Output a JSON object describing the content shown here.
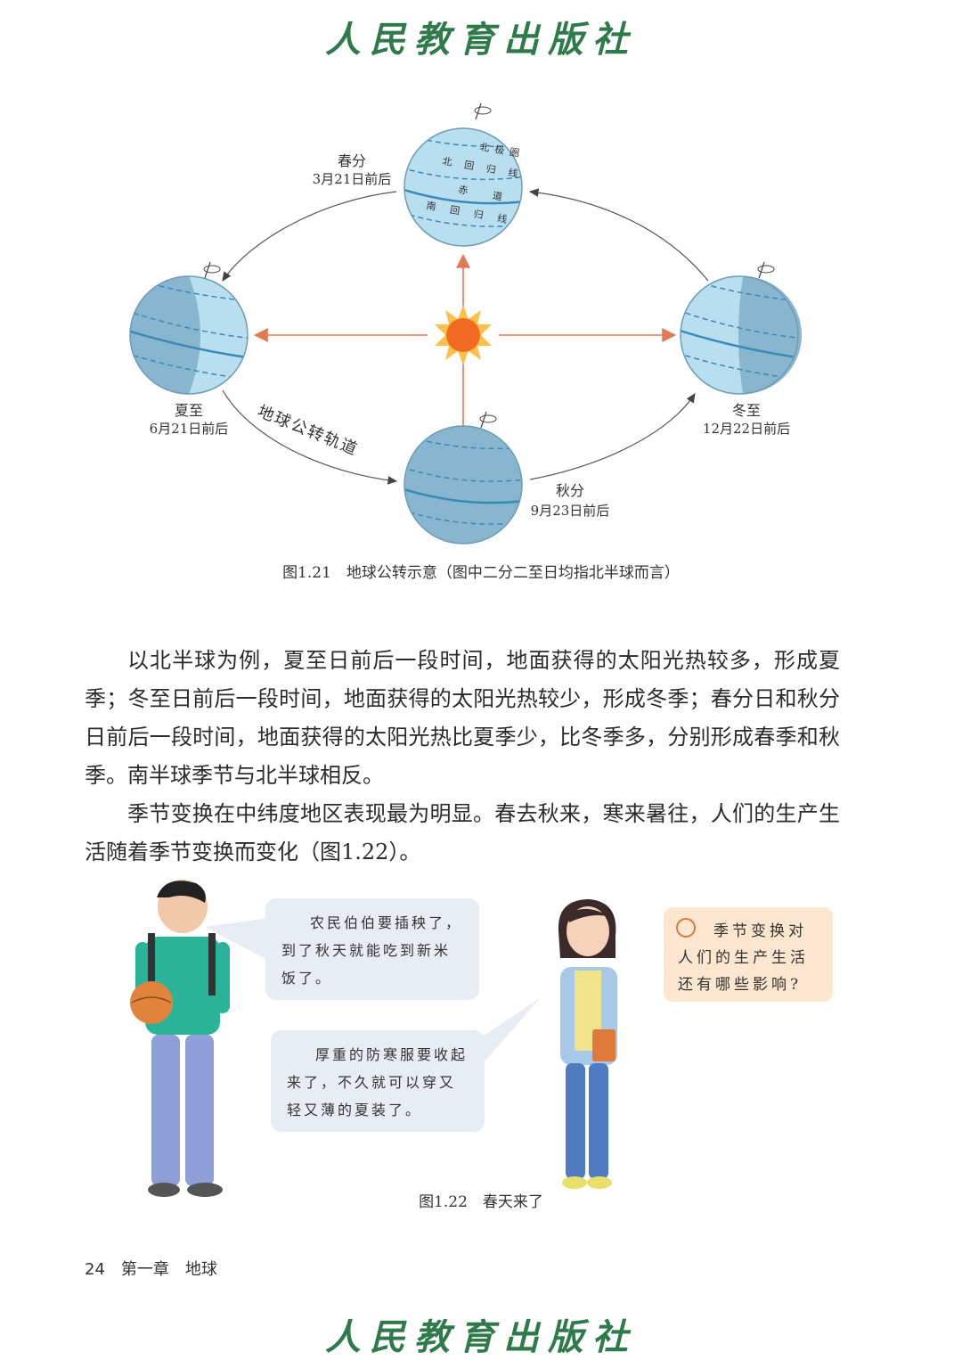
{
  "watermark": "人民教育出版社",
  "figure1": {
    "equator_labels": {
      "arctic": "北极圈",
      "tropic_cancer": "北回归线",
      "equator": "赤道",
      "tropic_capricorn": "南回归线"
    },
    "spring": {
      "name": "春分",
      "date": "3月21日前后"
    },
    "summer": {
      "name": "夏至",
      "date": "6月21日前后"
    },
    "autumn": {
      "name": "秋分",
      "date": "9月23日前后"
    },
    "winter": {
      "name": "冬至",
      "date": "12月22日前后"
    },
    "orbit_label": "地球公转轨道",
    "caption": "图1.21　地球公转示意（图中二分二至日均指北半球而言）"
  },
  "paragraphs": [
    "以北半球为例，夏至日前后一段时间，地面获得的太阳光热较多，形成夏季；冬至日前后一段时间，地面获得的太阳光热较少，形成冬季；春分日和秋分日前后一段时间，地面获得的太阳光热比夏季少，比冬季多，分别形成春季和秋季。南半球季节与北半球相反。",
    "季节变换在中纬度地区表现最为明显。春去秋来，寒来暑往，人们的生产生活随着季节变换而变化（图1.22）。"
  ],
  "figure2": {
    "bubble1": "农民伯伯要插秧了，到了秋天就能吃到新米饭了。",
    "bubble2": "厚重的防寒服要收起来了，不久就可以穿又轻又薄的夏装了。",
    "question": "季节变换对人们的生产生活还有哪些影响?",
    "caption": "图1.22　春天来了"
  },
  "footer": {
    "page": "24",
    "chapter": "第一章　地球"
  },
  "colors": {
    "globe": "#a9d4e8",
    "globe_dark": "#6e9cb8",
    "line": "#3a8ab8",
    "sun": "#f26a21",
    "arrow": "#e07a55",
    "watermark": "#2f7a4a"
  }
}
